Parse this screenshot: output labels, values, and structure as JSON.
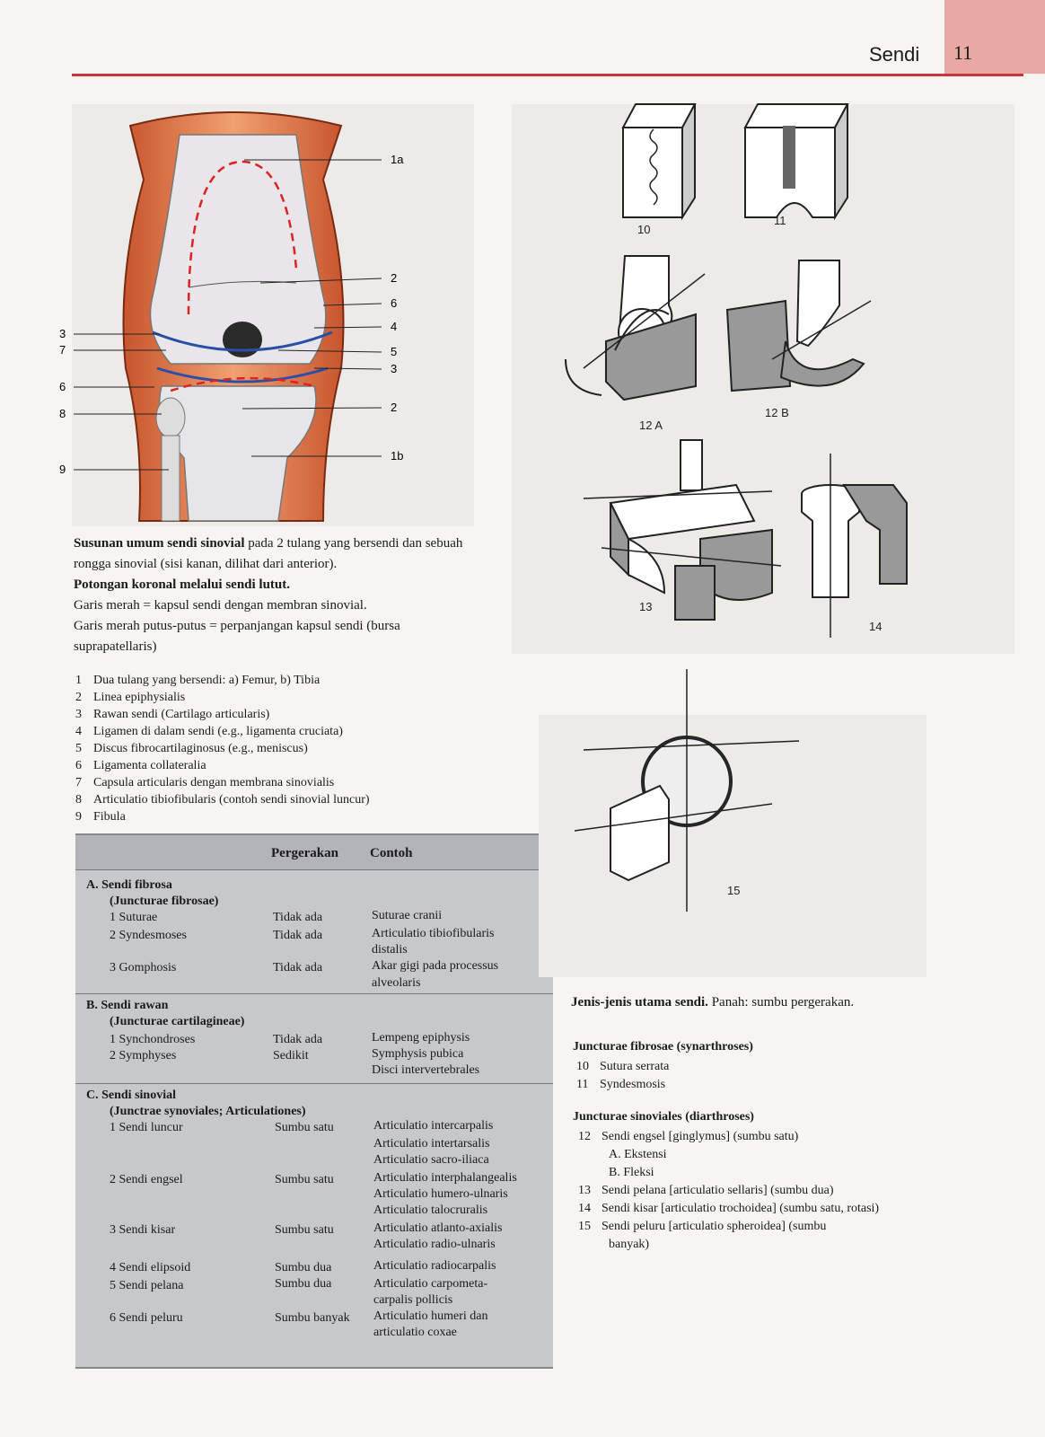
{
  "header": {
    "title": "Sendi",
    "page_number": "11"
  },
  "knee": {
    "labels_right": [
      "1a",
      "2",
      "6",
      "4",
      "5",
      "3",
      "2",
      "1b"
    ],
    "labels_left": [
      "3",
      "7",
      "6",
      "8",
      "9"
    ],
    "caption_bold": "Susunan umum sendi sinovial",
    "caption_rest": " pada 2 tulang yang bersendi dan sebuah rongga sinovial (sisi kanan, dilihat dari anterior).",
    "caption_bold2": "Potongan koronal melalui sendi lutut.",
    "caption_line3": "Garis merah = kapsul sendi dengan membran sinovial.",
    "caption_line4": "Garis merah putus-putus = perpanjangan kapsul sendi (bursa suprapatellaris)"
  },
  "knee_legend": [
    {
      "n": "1",
      "text": "Dua tulang yang bersendi: a) Femur, b) Tibia"
    },
    {
      "n": "2",
      "text": "Linea epiphysialis"
    },
    {
      "n": "3",
      "text": "Rawan sendi (Cartilago articularis)"
    },
    {
      "n": "4",
      "text": "Ligamen di dalam sendi (e.g., ligamenta cruciata)"
    },
    {
      "n": "5",
      "text": "Discus fibrocartilaginosus (e.g., meniscus)"
    },
    {
      "n": "6",
      "text": "Ligamenta collateralia"
    },
    {
      "n": "7",
      "text": "Capsula articularis dengan membrana sinovialis"
    },
    {
      "n": "8",
      "text": "Articulatio tibiofibularis (contoh sendi sinovial luncur)"
    },
    {
      "n": "9",
      "text": "Fibula"
    }
  ],
  "table": {
    "col_move": "Pergerakan",
    "col_example": "Contoh",
    "A_title": "A. Sendi fibrosa",
    "A_sub": "(Juncturae fibrosae)",
    "A1_name": "1 Suturae",
    "A1_move": "Tidak ada",
    "A1_ex": "Suturae cranii",
    "A2_name": "2 Syndesmoses",
    "A2_move": "Tidak ada",
    "A2_ex1": "Articulatio tibiofibularis",
    "A2_ex2": "distalis",
    "A3_name": "3 Gomphosis",
    "A3_move": "Tidak ada",
    "A3_ex1": "Akar gigi pada processus",
    "A3_ex2": "alveolaris",
    "B_title": "B. Sendi rawan",
    "B_sub": "(Juncturae cartilagineae)",
    "B1_name": "1 Synchondroses",
    "B1_move": "Tidak ada",
    "B1_ex": "Lempeng epiphysis",
    "B2_name": "2 Symphyses",
    "B2_move": "Sedikit",
    "B2_ex1": "Symphysis pubica",
    "B2_ex2": "Disci intervertebrales",
    "C_title": "C. Sendi sinovial",
    "C_sub": "(Junctrae synoviales; Articulationes)",
    "C1_name": "1 Sendi luncur",
    "C1_move": "Sumbu satu",
    "C1_ex1": "Articulatio intercarpalis",
    "C1_ex2": "Articulatio intertarsalis",
    "C1_ex3": "Articulatio sacro-iliaca",
    "C2_name": "2 Sendi engsel",
    "C2_move": "Sumbu satu",
    "C2_ex1": "Articulatio interphalangealis",
    "C2_ex2": "Articulatio humero-ulnaris",
    "C2_ex3": "Articulatio talocruralis",
    "C3_name": "3 Sendi kisar",
    "C3_move": "Sumbu satu",
    "C3_ex1": "Articulatio atlanto-axialis",
    "C3_ex2": "Articulatio radio-ulnaris",
    "C4_name": "4 Sendi elipsoid",
    "C4_move": "Sumbu dua",
    "C4_ex": "Articulatio radiocarpalis",
    "C5_name": "5 Sendi pelana",
    "C5_move": "Sumbu dua",
    "C5_ex1": "Articulatio carpometa-",
    "C5_ex2": "carpalis pollicis",
    "C6_name": "6 Sendi peluru",
    "C6_move": "Sumbu banyak",
    "C6_ex1": "Articulatio humeri dan",
    "C6_ex2": "articulatio coxae"
  },
  "diagram_labels": {
    "d10": "10",
    "d11": "11",
    "d12a": "12 A",
    "d12b": "12 B",
    "d13": "13",
    "d14": "14",
    "d15": "15"
  },
  "joints": {
    "caption_bold": "Jenis-jenis utama sendi.",
    "caption_rest": " Panah: sumbu pergerakan.",
    "fib_head": "Juncturae fibrosae (synarthroses)",
    "fib_items": [
      {
        "n": "10",
        "text": "Sutura serrata"
      },
      {
        "n": "11",
        "text": "Syndesmosis"
      }
    ],
    "syn_head": "Juncturae sinoviales (diarthroses)",
    "i12": "Sendi engsel [ginglymus] (sumbu satu)",
    "i12a": "A. Ekstensi",
    "i12b": "B. Fleksi",
    "i13": "Sendi pelana [articulatio sellaris] (sumbu dua)",
    "i14": "Sendi kisar [articulatio trochoidea] (sumbu satu, rotasi)",
    "i15a": "Sendi peluru [articulatio spheroidea] (sumbu",
    "i15b": "banyak)"
  }
}
